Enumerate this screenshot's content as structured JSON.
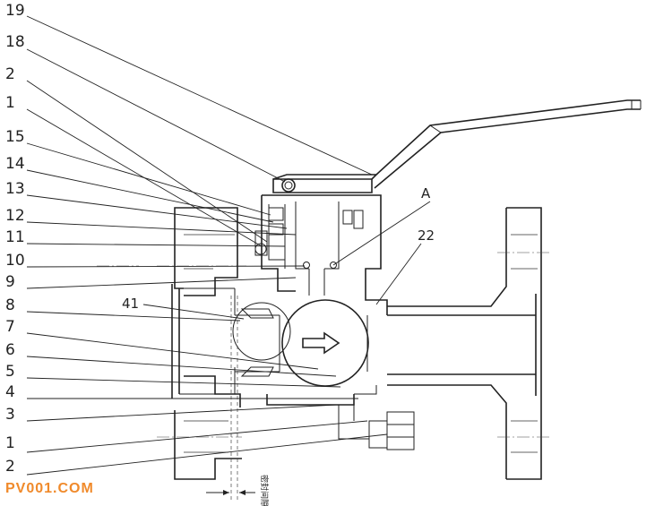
{
  "left_labels": [
    "19",
    "18",
    "2",
    "1",
    "15",
    "14",
    "13",
    "12",
    "11",
    "10",
    "9",
    "8",
    "7",
    "6",
    "5",
    "4",
    "3",
    "1",
    "2"
  ],
  "inner_labels": {
    "label_41": "41",
    "label_A": "A",
    "label_22": "22"
  },
  "dimension_note": "密封间隙",
  "watermark": "PV001.COM"
}
